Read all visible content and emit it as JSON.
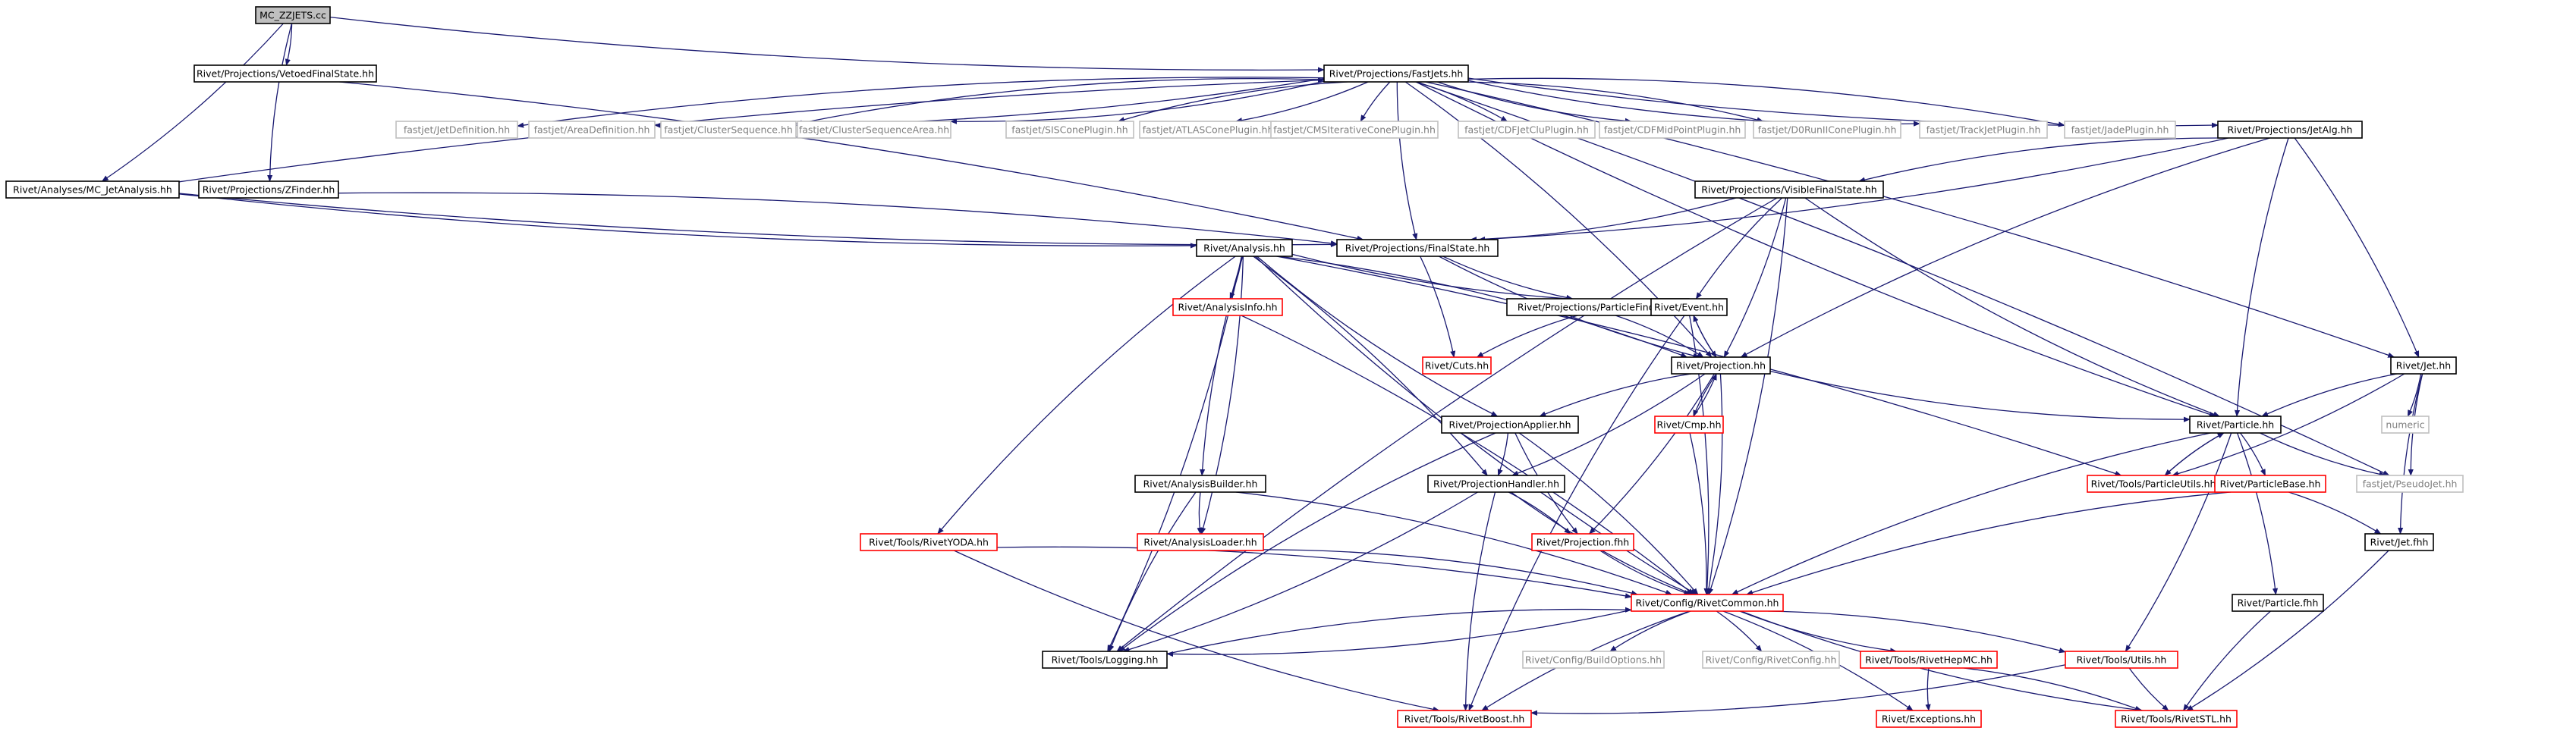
{
  "title": "MC_ZZJETS.cc",
  "colors": {
    "edge": "#191970",
    "edge_external": "#a9a9a9",
    "node_root_fill": "#bfbfbf",
    "node_documented_border": "#000000",
    "node_incomplete_border": "#ff0000",
    "node_external_border": "#bfbfbf",
    "node_external_text": "#7f7f7f"
  },
  "nodes": [
    {
      "id": "mc_zzjets",
      "label": "MC_ZZJETS.cc",
      "style": "root"
    },
    {
      "id": "vetoedfs",
      "label": "Rivet/Projections/VetoedFinalState.hh",
      "style": "black"
    },
    {
      "id": "fastjets",
      "label": "Rivet/Projections/FastJets.hh",
      "style": "black"
    },
    {
      "id": "fj_jetdef",
      "label": "fastjet/JetDefinition.hh",
      "style": "grey"
    },
    {
      "id": "fj_areadef",
      "label": "fastjet/AreaDefinition.hh",
      "style": "grey"
    },
    {
      "id": "fj_clusterseq",
      "label": "fastjet/ClusterSequence.hh",
      "style": "grey"
    },
    {
      "id": "fj_clusterseqarea",
      "label": "fastjet/ClusterSequenceArea.hh",
      "style": "grey"
    },
    {
      "id": "fj_siscone",
      "label": "fastjet/SISConePlugin.hh",
      "style": "grey"
    },
    {
      "id": "fj_atlascone",
      "label": "fastjet/ATLASConePlugin.hh",
      "style": "grey"
    },
    {
      "id": "fj_cmsiter",
      "label": "fastjet/CMSIterativeConePlugin.hh",
      "style": "grey"
    },
    {
      "id": "fj_cdfjetclu",
      "label": "fastjet/CDFJetCluPlugin.hh",
      "style": "grey"
    },
    {
      "id": "fj_cdfmidpoint",
      "label": "fastjet/CDFMidPointPlugin.hh",
      "style": "grey"
    },
    {
      "id": "fj_d0run2",
      "label": "fastjet/D0RunIIConePlugin.hh",
      "style": "grey"
    },
    {
      "id": "fj_trackjet",
      "label": "fastjet/TrackJetPlugin.hh",
      "style": "grey"
    },
    {
      "id": "fj_jade",
      "label": "fastjet/JadePlugin.hh",
      "style": "grey"
    },
    {
      "id": "jetalg",
      "label": "Rivet/Projections/JetAlg.hh",
      "style": "black"
    },
    {
      "id": "mc_jetanalysis",
      "label": "Rivet/Analyses/MC_JetAnalysis.hh",
      "style": "black"
    },
    {
      "id": "zfinder",
      "label": "Rivet/Projections/ZFinder.hh",
      "style": "black"
    },
    {
      "id": "visiblefs",
      "label": "Rivet/Projections/VisibleFinalState.hh",
      "style": "black"
    },
    {
      "id": "analysis",
      "label": "Rivet/Analysis.hh",
      "style": "black"
    },
    {
      "id": "finalstate",
      "label": "Rivet/Projections/FinalState.hh",
      "style": "black"
    },
    {
      "id": "analysisinfo",
      "label": "Rivet/AnalysisInfo.hh",
      "style": "red"
    },
    {
      "id": "particlefinder",
      "label": "Rivet/Projections/ParticleFinder.hh",
      "style": "black"
    },
    {
      "id": "event",
      "label": "Rivet/Event.hh",
      "style": "black"
    },
    {
      "id": "cuts",
      "label": "Rivet/Cuts.hh",
      "style": "red"
    },
    {
      "id": "projection",
      "label": "Rivet/Projection.hh",
      "style": "black"
    },
    {
      "id": "jet",
      "label": "Rivet/Jet.hh",
      "style": "black"
    },
    {
      "id": "projapplier",
      "label": "Rivet/ProjectionApplier.hh",
      "style": "black"
    },
    {
      "id": "cmp",
      "label": "Rivet/Cmp.hh",
      "style": "red"
    },
    {
      "id": "particle",
      "label": "Rivet/Particle.hh",
      "style": "black"
    },
    {
      "id": "numeric",
      "label": "numeric",
      "style": "grey"
    },
    {
      "id": "analysisbuilder",
      "label": "Rivet/AnalysisBuilder.hh",
      "style": "black"
    },
    {
      "id": "projhandler",
      "label": "Rivet/ProjectionHandler.hh",
      "style": "black"
    },
    {
      "id": "particleutils",
      "label": "Rivet/Tools/ParticleUtils.hh",
      "style": "red"
    },
    {
      "id": "particlebase",
      "label": "Rivet/ParticleBase.hh",
      "style": "red"
    },
    {
      "id": "pseudojet",
      "label": "fastjet/PseudoJet.hh",
      "style": "grey"
    },
    {
      "id": "rivetyoda",
      "label": "Rivet/Tools/RivetYODA.hh",
      "style": "red"
    },
    {
      "id": "analysisloader",
      "label": "Rivet/AnalysisLoader.hh",
      "style": "red"
    },
    {
      "id": "projfhh",
      "label": "Rivet/Projection.fhh",
      "style": "red"
    },
    {
      "id": "jetfhh",
      "label": "Rivet/Jet.fhh",
      "style": "black"
    },
    {
      "id": "rivetcommon",
      "label": "Rivet/Config/RivetCommon.hh",
      "style": "red"
    },
    {
      "id": "particlefhh",
      "label": "Rivet/Particle.fhh",
      "style": "black"
    },
    {
      "id": "logging",
      "label": "Rivet/Tools/Logging.hh",
      "style": "black"
    },
    {
      "id": "buildoptions",
      "label": "Rivet/Config/BuildOptions.hh",
      "style": "grey"
    },
    {
      "id": "rivetconfig",
      "label": "Rivet/Config/RivetConfig.hh",
      "style": "grey"
    },
    {
      "id": "rivethepmc",
      "label": "Rivet/Tools/RivetHepMC.hh",
      "style": "red"
    },
    {
      "id": "utils",
      "label": "Rivet/Tools/Utils.hh",
      "style": "red"
    },
    {
      "id": "rivetboost",
      "label": "Rivet/Tools/RivetBoost.hh",
      "style": "red"
    },
    {
      "id": "exceptions",
      "label": "Rivet/Exceptions.hh",
      "style": "red"
    },
    {
      "id": "rivetstl",
      "label": "Rivet/Tools/RivetSTL.hh",
      "style": "red"
    }
  ],
  "edges": [
    [
      "mc_zzjets",
      "vetoedfs"
    ],
    [
      "mc_zzjets",
      "fastjets"
    ],
    [
      "mc_zzjets",
      "mc_jetanalysis"
    ],
    [
      "mc_zzjets",
      "zfinder"
    ],
    [
      "vetoedfs",
      "finalstate"
    ],
    [
      "fastjets",
      "fj_jetdef"
    ],
    [
      "fastjets",
      "fj_areadef"
    ],
    [
      "fastjets",
      "fj_clusterseq"
    ],
    [
      "fastjets",
      "fj_clusterseqarea"
    ],
    [
      "fastjets",
      "fj_siscone"
    ],
    [
      "fastjets",
      "fj_atlascone"
    ],
    [
      "fastjets",
      "fj_cmsiter"
    ],
    [
      "fastjets",
      "fj_cdfjetclu"
    ],
    [
      "fastjets",
      "fj_cdfmidpoint"
    ],
    [
      "fastjets",
      "fj_d0run2"
    ],
    [
      "fastjets",
      "fj_trackjet"
    ],
    [
      "fastjets",
      "fj_jade"
    ],
    [
      "fastjets",
      "jetalg"
    ],
    [
      "fastjets",
      "jet"
    ],
    [
      "fastjets",
      "particle"
    ],
    [
      "fastjets",
      "pseudojet"
    ],
    [
      "fastjets",
      "finalstate"
    ],
    [
      "fastjets",
      "projection"
    ],
    [
      "mc_jetanalysis",
      "analysis"
    ],
    [
      "mc_jetanalysis",
      "fastjets"
    ],
    [
      "mc_jetanalysis",
      "finalstate"
    ],
    [
      "zfinder",
      "finalstate"
    ],
    [
      "jetalg",
      "visiblefs"
    ],
    [
      "jetalg",
      "finalstate"
    ],
    [
      "jetalg",
      "projection"
    ],
    [
      "jetalg",
      "jet"
    ],
    [
      "jetalg",
      "particle"
    ],
    [
      "visiblefs",
      "finalstate"
    ],
    [
      "visiblefs",
      "event"
    ],
    [
      "visiblefs",
      "projection"
    ],
    [
      "visiblefs",
      "particle"
    ],
    [
      "visiblefs",
      "rivetcommon"
    ],
    [
      "visiblefs",
      "logging"
    ],
    [
      "analysis",
      "analysisinfo"
    ],
    [
      "analysis",
      "event"
    ],
    [
      "analysis",
      "projection"
    ],
    [
      "analysis",
      "projapplier"
    ],
    [
      "analysis",
      "projhandler"
    ],
    [
      "analysis",
      "analysisbuilder"
    ],
    [
      "analysis",
      "analysisloader"
    ],
    [
      "analysis",
      "rivetyoda"
    ],
    [
      "analysis",
      "particleutils"
    ],
    [
      "analysis",
      "rivetcommon"
    ],
    [
      "analysis",
      "logging"
    ],
    [
      "finalstate",
      "particlefinder"
    ],
    [
      "finalstate",
      "cuts"
    ],
    [
      "finalstate",
      "projection"
    ],
    [
      "particlefinder",
      "projection"
    ],
    [
      "particlefinder",
      "cuts"
    ],
    [
      "analysisinfo",
      "rivetcommon"
    ],
    [
      "event",
      "projection"
    ],
    [
      "event",
      "rivetcommon"
    ],
    [
      "event",
      "rivetboost"
    ],
    [
      "projection",
      "event"
    ],
    [
      "projection",
      "projapplier"
    ],
    [
      "projection",
      "projhandler"
    ],
    [
      "projection",
      "cmp"
    ],
    [
      "projection",
      "projfhh"
    ],
    [
      "projection",
      "particle"
    ],
    [
      "projection",
      "rivetcommon"
    ],
    [
      "cmp",
      "projection"
    ],
    [
      "cmp",
      "rivetcommon"
    ],
    [
      "jet",
      "particle"
    ],
    [
      "jet",
      "numeric"
    ],
    [
      "jet",
      "pseudojet"
    ],
    [
      "jet",
      "particleutils"
    ],
    [
      "jet",
      "jetfhh"
    ],
    [
      "projapplier",
      "projhandler"
    ],
    [
      "projapplier",
      "projfhh"
    ],
    [
      "projapplier",
      "rivetcommon"
    ],
    [
      "projapplier",
      "logging"
    ],
    [
      "particle",
      "particlebase"
    ],
    [
      "particle",
      "particleutils"
    ],
    [
      "particle",
      "particlefhh"
    ],
    [
      "particle",
      "pseudojet"
    ],
    [
      "particle",
      "utils"
    ],
    [
      "particle",
      "rivetcommon"
    ],
    [
      "particleutils",
      "particle"
    ],
    [
      "particlebase",
      "rivetcommon"
    ],
    [
      "particlebase",
      "jetfhh"
    ],
    [
      "analysisbuilder",
      "analysisloader"
    ],
    [
      "analysisbuilder",
      "rivetcommon"
    ],
    [
      "analysisbuilder",
      "logging"
    ],
    [
      "projhandler",
      "projfhh"
    ],
    [
      "projhandler",
      "rivetcommon"
    ],
    [
      "projhandler",
      "logging"
    ],
    [
      "projhandler",
      "rivetboost"
    ],
    [
      "rivetyoda",
      "rivetcommon"
    ],
    [
      "rivetyoda",
      "rivetboost"
    ],
    [
      "analysisloader",
      "rivetcommon"
    ],
    [
      "projfhh",
      "rivetcommon"
    ],
    [
      "jetfhh",
      "rivetstl"
    ],
    [
      "particlefhh",
      "rivetstl"
    ],
    [
      "rivetcommon",
      "logging"
    ],
    [
      "rivetcommon",
      "buildoptions"
    ],
    [
      "rivetcommon",
      "rivetconfig"
    ],
    [
      "rivetcommon",
      "rivethepmc"
    ],
    [
      "rivetcommon",
      "utils"
    ],
    [
      "rivetcommon",
      "rivetboost"
    ],
    [
      "rivetcommon",
      "exceptions"
    ],
    [
      "rivetcommon",
      "rivetstl"
    ],
    [
      "logging",
      "rivetcommon"
    ],
    [
      "rivethepmc",
      "exceptions"
    ],
    [
      "rivethepmc",
      "rivetstl"
    ],
    [
      "utils",
      "rivetstl"
    ],
    [
      "utils",
      "rivetboost"
    ]
  ]
}
